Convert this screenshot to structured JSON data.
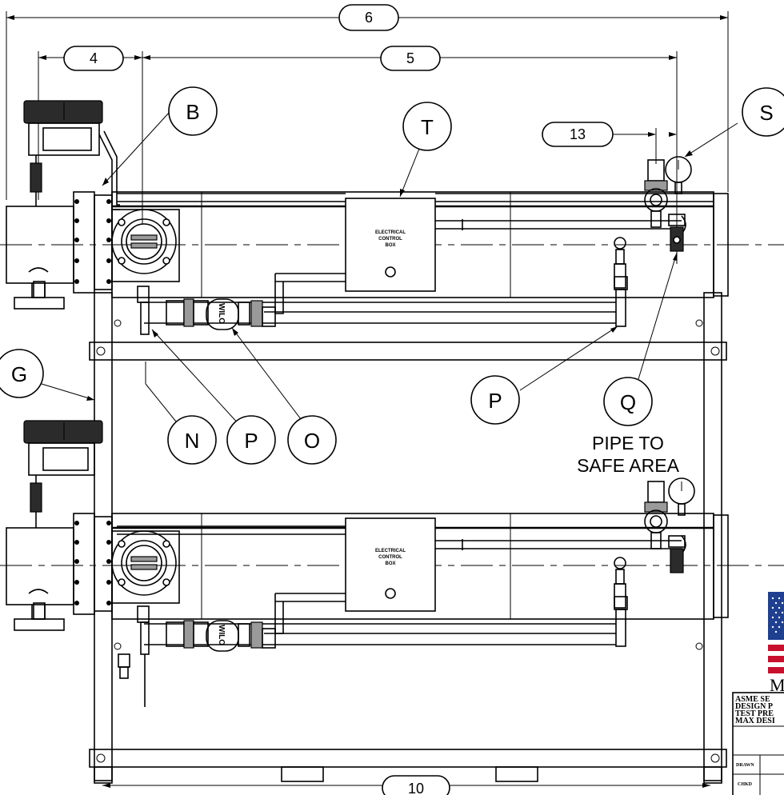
{
  "balloons": {
    "B": "B",
    "T": "T",
    "S": "S",
    "G": "G",
    "N": "N",
    "P_left": "P",
    "O": "O",
    "P_right": "P",
    "Q": "Q"
  },
  "dimensions": {
    "d6": "6",
    "d4": "4",
    "d5": "5",
    "d13": "13",
    "d10": "10"
  },
  "note": {
    "line1": "PIPE TO",
    "line2": "SAFE AREA"
  },
  "control_box": {
    "line1": "ELECTRICAL",
    "line2": "CONTROL",
    "line3": "BOX"
  },
  "pump_brand": "WILO",
  "title_block": {
    "logo_letter": "M",
    "line1": "ASME SE",
    "line2": "DESIGN P",
    "line3": "TEST PRE",
    "line4": "MAX DESI",
    "drawn": "DRAWN",
    "chkd": "CHKD"
  },
  "colors": {
    "flag_blue": "#1f3f8f",
    "flag_red": "#c8102e",
    "line": "#000000"
  }
}
